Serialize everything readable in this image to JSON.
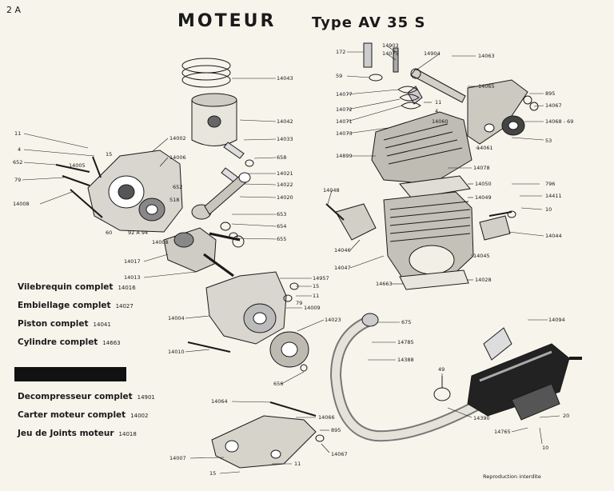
{
  "page_number": "2 A",
  "title": "MOTEUR",
  "subtitle": "Type  AV 35 S",
  "assemblies_top": [
    {
      "name": "Vilebrequin  complet",
      "code": "14016"
    },
    {
      "name": "Embiellage  complet",
      "code": "14027"
    },
    {
      "name": "Piston  complet",
      "code": "14041"
    },
    {
      "name": "Cylindre  complet",
      "code": "14663"
    }
  ],
  "assemblies_bottom": [
    {
      "name": "Decompresseur  complet",
      "code": "14901"
    },
    {
      "name": "Carter moteur complet",
      "code": "14002"
    },
    {
      "name": "Jeu de  Joints  moteur",
      "code": "14018"
    }
  ],
  "footer": "Reproduction interdite",
  "part_labels": {
    "l11a": "11",
    "l15a": "15",
    "l4a": "4",
    "l652a": "652",
    "l14005": "14005",
    "l79a": "79",
    "l14008a": "14008",
    "l14002": "14002",
    "l14006": "14006",
    "l652b": "652",
    "l518": "518",
    "l60": "60",
    "l92a94": "92 A 94",
    "l14008b": "14008",
    "l14043": "14043",
    "l14042": "14042",
    "l14033": "14033",
    "l658": "658",
    "l14021": "14021",
    "l14022": "14022",
    "l14020": "14020",
    "l653": "653",
    "l654": "654",
    "l655": "655",
    "l14017": "14017",
    "l14013": "14013",
    "l14957": "14957",
    "l15b": "15",
    "l11b": "11",
    "l79b": "79",
    "l14009": "14009",
    "l14004": "14004",
    "l14023": "14023",
    "l14010": "14010",
    "l656": "656",
    "l172": "172",
    "l14903": "14903",
    "l14075": "14075",
    "l14904": "14904",
    "l14063": "14063",
    "l59": "59",
    "l14077": "14077",
    "l14065": "14065",
    "l895a": "895",
    "l14067a": "14067",
    "l14072": "14072",
    "l14071": "14071",
    "l11c": "11",
    "l4b": "4",
    "l14060": "14060",
    "l14073": "14073",
    "l14068_69": "14068 - 69",
    "l53": "53",
    "l14061": "14061",
    "l14899": "14899",
    "l14078": "14078",
    "l14050": "14050",
    "l14049": "14049",
    "l14048": "14048",
    "l796": "796",
    "l14411": "14411",
    "l10a": "10",
    "l14044": "14044",
    "l14046": "14046",
    "l14047": "14047",
    "l14045": "14045",
    "l14663": "14663",
    "l14028": "14028",
    "l675": "675",
    "l14785": "14785",
    "l14388": "14388",
    "l14094": "14094",
    "l49": "49",
    "l14390": "14390",
    "l14765": "14765",
    "l20": "20",
    "l10b": "10",
    "l14064": "14064",
    "l14066": "14066",
    "l895b": "895",
    "l14067b": "14067",
    "l14007": "14007",
    "l15c": "15",
    "l11d": "11"
  },
  "colors": {
    "ink": "#1a1a1a",
    "paper": "#f7f4ec",
    "mid": "#6b6b6b"
  }
}
